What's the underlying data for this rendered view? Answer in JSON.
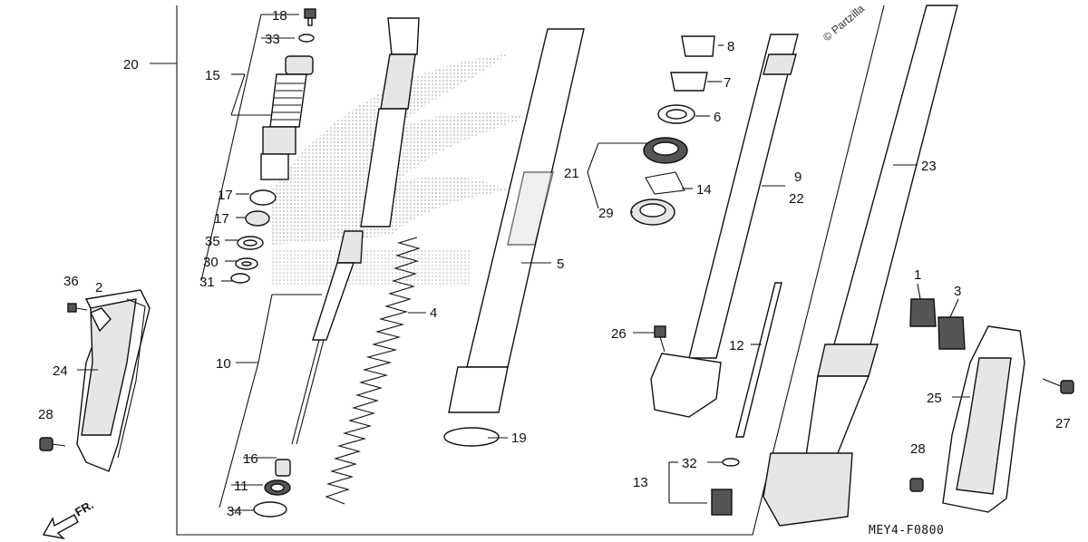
{
  "watermark": "© Partzilla",
  "diagram_code": "MEY4-F0800",
  "direction_label": "FR.",
  "parts": {
    "p1": "1",
    "p2": "2",
    "p3": "3",
    "p4": "4",
    "p5": "5",
    "p6": "6",
    "p7": "7",
    "p8": "8",
    "p9": "9",
    "p10": "10",
    "p11": "11",
    "p12": "12",
    "p13": "13",
    "p14": "14",
    "p15": "15",
    "p16": "16",
    "p17a": "17",
    "p17b": "17",
    "p18": "18",
    "p19": "19",
    "p20": "20",
    "p21": "21",
    "p22": "22",
    "p23": "23",
    "p24": "24",
    "p25": "25",
    "p26": "26",
    "p27": "27",
    "p28a": "28",
    "p28b": "28",
    "p29": "29",
    "p30": "30",
    "p31": "31",
    "p32": "32",
    "p33": "33",
    "p34": "34",
    "p35": "35",
    "p36": "36"
  }
}
